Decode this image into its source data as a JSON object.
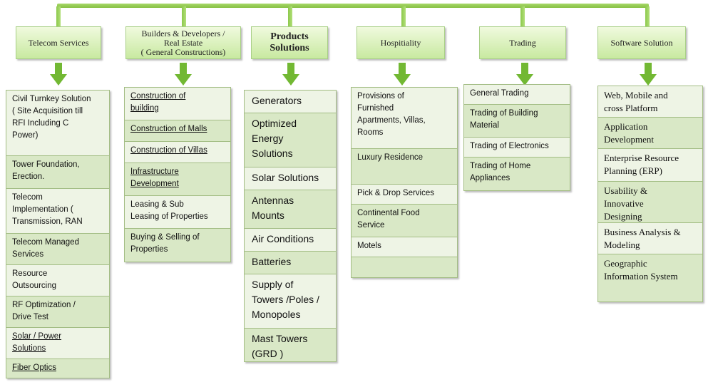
{
  "colors": {
    "accent": "#86c043",
    "header_bg": "#d4eeb4",
    "cell_light": "#eef4e5",
    "cell_dark": "#d9e8c6",
    "arrow": "#72b833"
  },
  "arrow_icon": "down-arrow-icon",
  "categories": [
    {
      "title": "Telecom Services",
      "items": [
        {
          "text": "Civil Turnkey Solution\n( Site Acquisition till\nRFI Including C\nPower)",
          "underlined": false
        },
        {
          "text": "Tower Foundation,\nErection.",
          "underlined": false
        },
        {
          "text": "Telecom\nImplementation (\nTransmission, RAN",
          "underlined": false
        },
        {
          "text": "Telecom Managed\nServices",
          "underlined": false
        },
        {
          "text": "Resource\nOutsourcing",
          "underlined": false
        },
        {
          "text": "RF Optimization /\nDrive Test",
          "underlined": false
        },
        {
          "text": "Solar / Power\nSolutions",
          "underlined": true
        },
        {
          "text": "Fiber Optics",
          "underlined": true
        }
      ]
    },
    {
      "title": "Builders & Developers /\nReal Estate\n( General Constructions)",
      "items": [
        {
          "text": "Construction of\nbuilding",
          "underlined": true
        },
        {
          "text": "Construction of Malls",
          "underlined": true
        },
        {
          "text": "Construction of Villas",
          "underlined": true
        },
        {
          "text": "Infrastructure\nDevelopment",
          "underlined": true
        },
        {
          "text": "Leasing & Sub\nLeasing  of Properties",
          "underlined": false
        },
        {
          "text": "Buying & Selling of\nProperties",
          "underlined": false
        }
      ]
    },
    {
      "title": "Products\nSolutions",
      "items": [
        {
          "text": "Generators",
          "underlined": false
        },
        {
          "text": "Optimized\nEnergy\nSolutions",
          "underlined": false
        },
        {
          "text": "Solar Solutions",
          "underlined": false
        },
        {
          "text": "Antennas\nMounts",
          "underlined": false
        },
        {
          "text": "Air Conditions",
          "underlined": false
        },
        {
          "text": "Batteries",
          "underlined": false
        },
        {
          "text": "Supply of\nTowers /Poles /\nMonopoles",
          "underlined": false
        },
        {
          "text": "Mast Towers\n(GRD )",
          "underlined": false
        }
      ]
    },
    {
      "title": "Hospitiality",
      "items": [
        {
          "text": "Provisions of\nFurnished\nApartments, Villas,\nRooms",
          "underlined": false
        },
        {
          "text": "Luxury Residence",
          "underlined": false
        },
        {
          "text": "Pick & Drop Services",
          "underlined": false
        },
        {
          "text": "Continental Food\nService",
          "underlined": false
        },
        {
          "text": "Motels",
          "underlined": false
        },
        {
          "text": "",
          "underlined": false
        }
      ]
    },
    {
      "title": "Trading",
      "items": [
        {
          "text": "General Trading",
          "underlined": false
        },
        {
          "text": "Trading of Building\nMaterial",
          "underlined": false
        },
        {
          "text": "Trading of Electronics",
          "underlined": false
        },
        {
          "text": "Trading of Home\nAppliances",
          "underlined": false
        }
      ]
    },
    {
      "title": "Software Solution",
      "items": [
        {
          "text": "Web, Mobile and\ncross Platform",
          "underlined": false
        },
        {
          "text": "Application\nDevelopment",
          "underlined": false
        },
        {
          "text": "Enterprise Resource\nPlanning (ERP)",
          "underlined": false
        },
        {
          "text": "Usability &\nInnovative\nDesigning",
          "underlined": false
        },
        {
          "text": "Business Analysis &\nModeling",
          "underlined": false
        },
        {
          "text": "Geographic\nInformation System",
          "underlined": false
        }
      ]
    }
  ]
}
